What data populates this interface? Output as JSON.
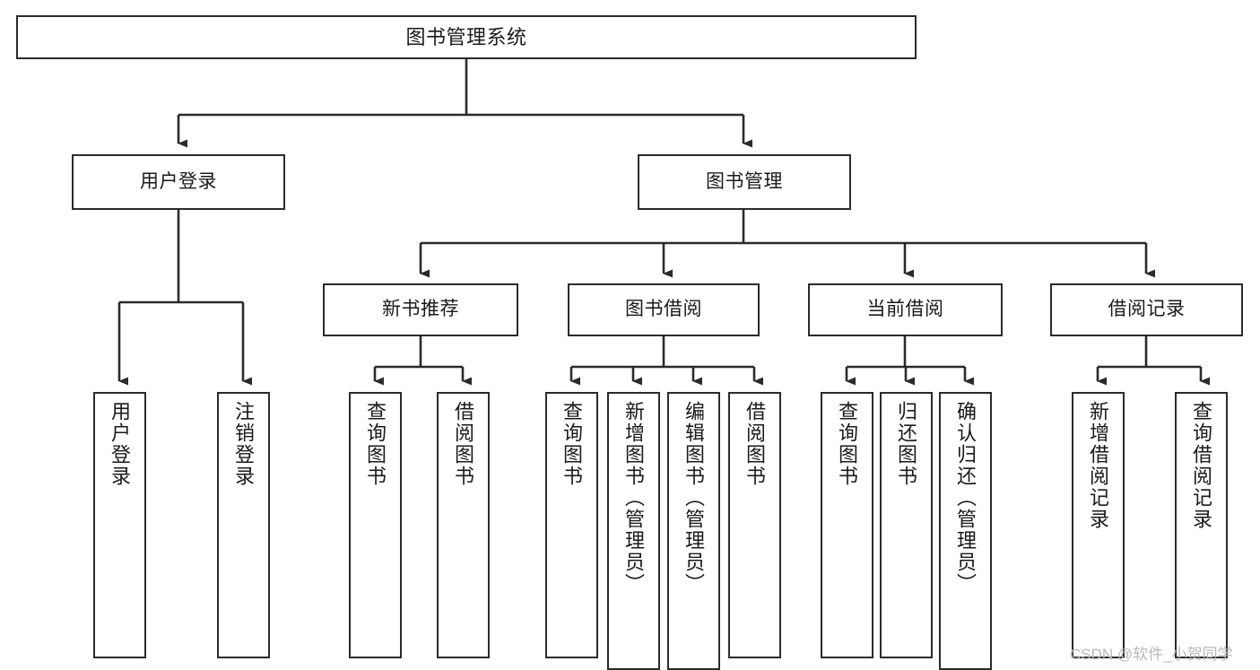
{
  "diagram": {
    "title": "图书管理系统",
    "type": "tree",
    "orientation": "top-down",
    "colors": {
      "node_border": "#2b2b2b",
      "node_fill": "#ffffff",
      "edge": "#2b2b2b",
      "text": "#1a1a1a",
      "watermark": "#b9b9b9",
      "background": "#ffffff"
    },
    "watermark": "CSDN @软件_小贺同学",
    "nodes": {
      "root": {
        "label": "图书管理系统"
      },
      "level1": [
        {
          "label": "用户登录"
        },
        {
          "label": "图书管理"
        }
      ],
      "level2": [
        {
          "label": "新书推荐"
        },
        {
          "label": "图书借阅"
        },
        {
          "label": "当前借阅"
        },
        {
          "label": "借阅记录"
        }
      ],
      "leaves_user_login": [
        {
          "label": "用户登录"
        },
        {
          "label": "注销登录"
        }
      ],
      "leaves_new_book": [
        {
          "label": "查询图书"
        },
        {
          "label": "借阅图书"
        }
      ],
      "leaves_borrow": [
        {
          "label": "查询图书"
        },
        {
          "label": "新增图书（管理员）"
        },
        {
          "label": "编辑图书（管理员）"
        },
        {
          "label": "借阅图书"
        }
      ],
      "leaves_current": [
        {
          "label": "查询图书"
        },
        {
          "label": "归还图书"
        },
        {
          "label": "确认归还（管理员）"
        }
      ],
      "leaves_records": [
        {
          "label": "新增借阅记录"
        },
        {
          "label": "查询借阅记录"
        }
      ]
    }
  }
}
